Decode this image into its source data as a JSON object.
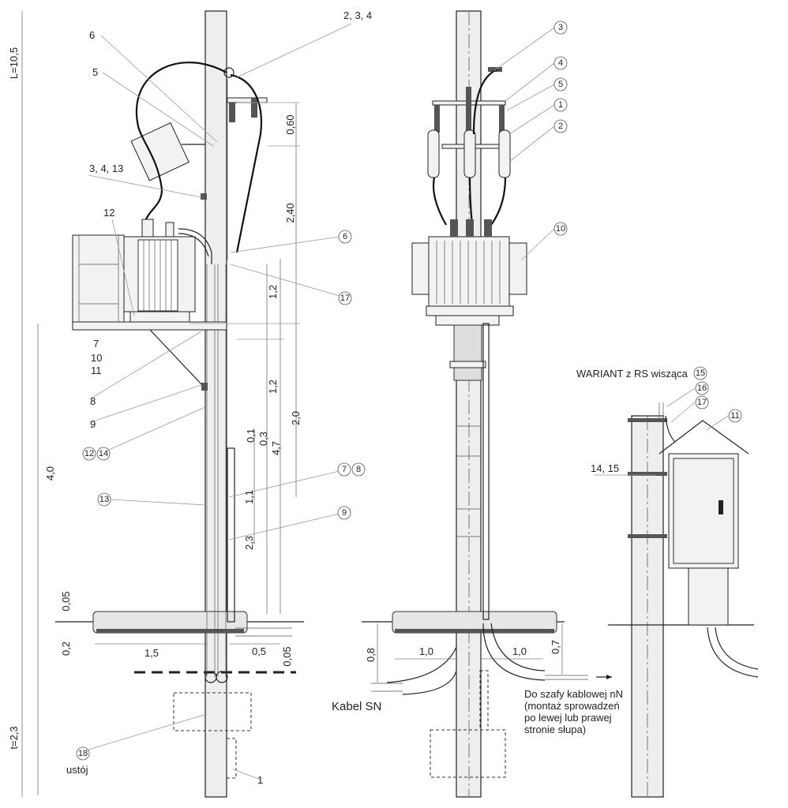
{
  "title": "Stacja transformatorowa słupowa - widoki",
  "left_view": {
    "overall_length": "L=10,5",
    "height_4_0": "4,0",
    "depth": "t=2,3",
    "labels": {
      "l6": "6",
      "l234": "2, 3, 4",
      "l5": "5",
      "l3413": "3, 4, 13",
      "l12": "12",
      "l6c": "6",
      "l17": "17",
      "l7": "7",
      "l10": "10",
      "l11": "11",
      "l8": "8",
      "l9": "9",
      "l12c": "12",
      "l14c": "14",
      "l7c": "7",
      "l8c": "8",
      "l13": "13",
      "l9c": "9",
      "l18": "18",
      "ustoj": "ustój",
      "l1": "1"
    },
    "dims": {
      "d060": "0,60",
      "d240": "2,40",
      "d12a": "1,2",
      "d12b": "1,2",
      "d01": "0,1",
      "d03": "0,3",
      "d47": "4,7",
      "d20": "2,0",
      "d11": "1,1",
      "d23": "2,3",
      "d005a": "0,05",
      "d02": "0,2",
      "d15": "1,5",
      "d05": "0,5",
      "d005b": "0,05"
    }
  },
  "middle_view": {
    "labels": {
      "l3": "3",
      "l4": "4",
      "l5": "5",
      "l1": "1",
      "l2": "2",
      "l10": "10"
    },
    "dims": {
      "d08": "0,8",
      "d10a": "1,0",
      "d10b": "1,0",
      "d07": "0,7"
    },
    "cable_sn": "Kabel SN",
    "note": [
      "Do szafy kablowej nN",
      "(montaż sprowadzeń",
      "po lewej lub prawej",
      "stronie słupa)"
    ]
  },
  "right_view": {
    "title": "WARIANT z RS wisząca",
    "title_num": "15",
    "labels": {
      "l16": "16",
      "l17": "17",
      "l11": "11",
      "l1415": "14, 15"
    }
  }
}
